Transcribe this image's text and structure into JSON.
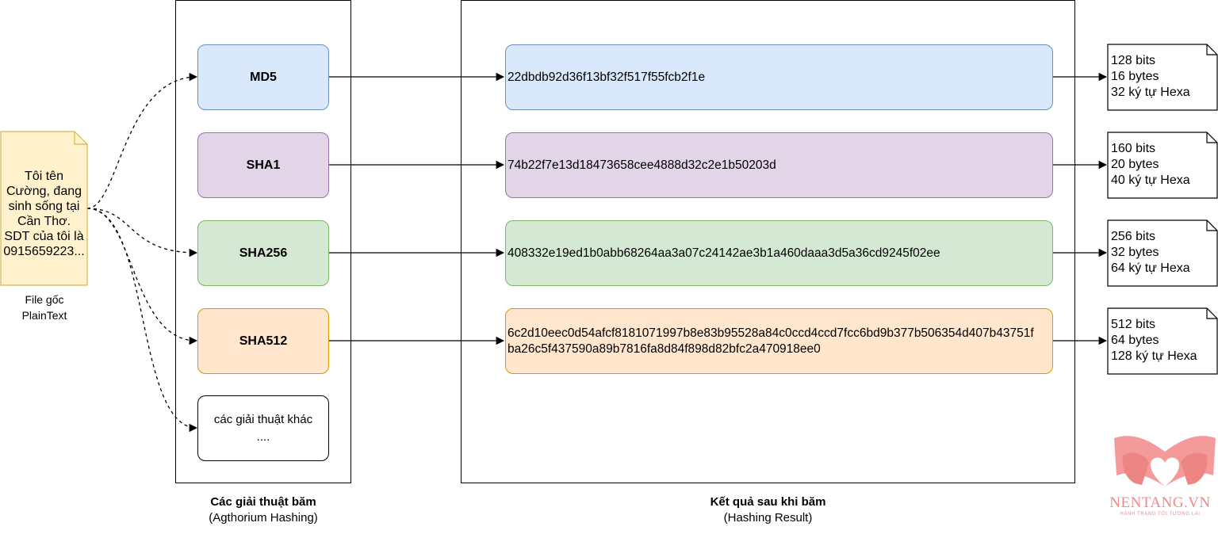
{
  "source_file": {
    "text": "Tôi tên Cường, đang sinh sống tại Cần Thơ. SDT của tôi là 0915659223...",
    "caption_line1": "File gốc",
    "caption_line2": "PlainText"
  },
  "algorithms_group": {
    "title": "Các giải thuật băm",
    "subtitle": "(Agthorium Hashing)"
  },
  "results_group": {
    "title": "Kết quả sau khi băm",
    "subtitle": "(Hashing Result)"
  },
  "algorithms": [
    {
      "name": "MD5",
      "fill": "#dae8fc",
      "stroke": "#6c8ebf",
      "hash": "22dbdb92d36f13bf32f517f55fcb2f1e",
      "info": [
        "128 bits",
        "16 bytes",
        "32 ký tự Hexa"
      ]
    },
    {
      "name": "SHA1",
      "fill": "#e1d5e7",
      "stroke": "#9673a6",
      "hash": "74b22f7e13d18473658cee4888d32c2e1b50203d",
      "info": [
        "160 bits",
        "20 bytes",
        "40 ký tự Hexa"
      ]
    },
    {
      "name": "SHA256",
      "fill": "#d5e8d4",
      "stroke": "#82b366",
      "hash": "408332e19ed1b0abb68264aa3a07c24142ae3b1a460daaa3d5a36cd9245f02ee",
      "info": [
        "256 bits",
        "32 bytes",
        "64 ký tự Hexa"
      ]
    },
    {
      "name": "SHA512",
      "fill": "#ffe6cc",
      "stroke": "#d79b00",
      "hash": "6c2d10eec0d54afcf8181071997b8e83b95528a84c0ccd4ccd7fcc6bd9b377b506354d407b43751fba26c5f437590a89b7816fa8d84f898d82bfc2a470918ee0",
      "info": [
        "512 bits",
        "64 bytes",
        "128 ký tự Hexa"
      ]
    }
  ],
  "other_algorithms": {
    "line1": "các giải thuật khác",
    "line2": "...."
  },
  "logo": {
    "name": "NENTANG.VN",
    "tagline": "HÀNH TRANG TỚI TƯƠNG LAI",
    "color": "#ee8a8a"
  }
}
